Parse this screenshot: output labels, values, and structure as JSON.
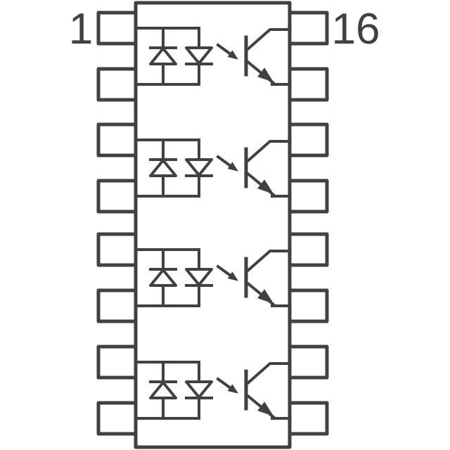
{
  "diagram": {
    "title": "quad-channel optocoupler ic schematic",
    "background_color": "#ffffff",
    "line_color": "#404145",
    "labels": {
      "first_pin": "1",
      "last_pin": "16"
    },
    "package": {
      "pins_per_side": 8,
      "pin_count": 16,
      "channel_count": 4,
      "channel_parts": {
        "input": "anti-parallel-led-pair",
        "coupling": "light-arrow",
        "output": "phototransistor"
      }
    }
  }
}
